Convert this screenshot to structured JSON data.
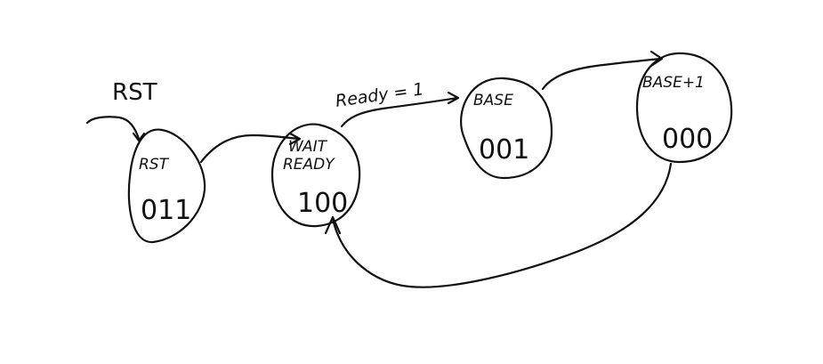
{
  "diagram": {
    "reset_label": "RST",
    "states": [
      {
        "id": "rst",
        "name_lines": [
          "RST"
        ],
        "code": "011"
      },
      {
        "id": "wait-ready",
        "name_lines": [
          "WAIT",
          "READY"
        ],
        "code": "100"
      },
      {
        "id": "base",
        "name_lines": [
          "BASE"
        ],
        "code": "001"
      },
      {
        "id": "base-plus-1",
        "name_lines": [
          "BASE+1"
        ],
        "code": "000"
      }
    ],
    "transitions": [
      {
        "from": "reset",
        "to": "rst",
        "label": ""
      },
      {
        "from": "rst",
        "to": "wait-ready",
        "label": ""
      },
      {
        "from": "wait-ready",
        "to": "base",
        "label": "Ready = 1"
      },
      {
        "from": "base",
        "to": "base-plus-1",
        "label": ""
      },
      {
        "from": "base-plus-1",
        "to": "wait-ready",
        "label": ""
      }
    ],
    "ink_color": "#111111"
  }
}
